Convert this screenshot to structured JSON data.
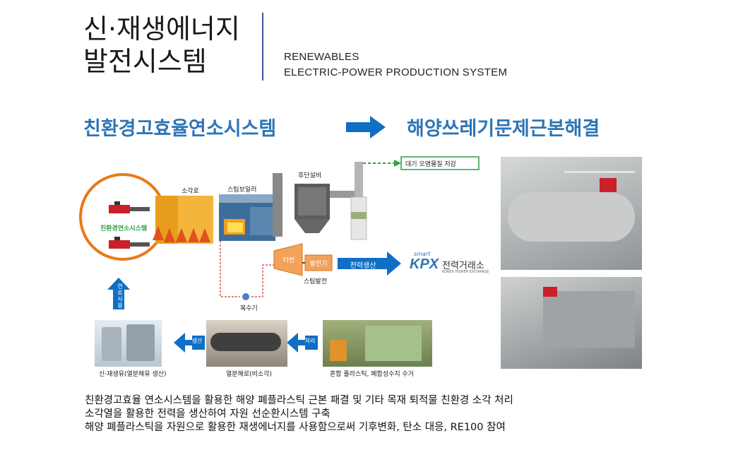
{
  "title": {
    "line1": "신·재생에너지",
    "line2": "발전시스템"
  },
  "subtitle_en": {
    "line1": "RENEWABLES",
    "line2": "ELECTRIC-POWER PRODUCTION SYSTEM"
  },
  "headline": {
    "left": "친환경고효율연소시스템",
    "right": "해양쓰레기문제근본해결"
  },
  "diagram": {
    "burner_label": "친환경연소시스템",
    "incinerator_label": "소각로",
    "boiler_label": "스팀보일러",
    "post_label": "후단설비",
    "emission_label": "대기 오염물질 저감",
    "turbine_label": "터빈",
    "generator_label": "발전기",
    "steam_gen_label": "스팀발전",
    "power_prod_label": "전력생산",
    "pump_label": "복수기",
    "fuel_use_label": "연료사용",
    "kpx_small": "smart",
    "kpx_logo": "KPX",
    "kpx_name": "전력거래소",
    "kpx_en": "KOREA POWER EXCHANGE",
    "produce_label": "생산",
    "process_label": "처리",
    "tank_caption": "신·재생유(열분해유 생산)",
    "pyrolysis_caption": "열분해로(비소각)",
    "plastic_caption": "혼합 플라스틱, 폐합성수지 수거"
  },
  "description": [
    "친환경고효율 연소시스템을 활용한 해양 폐플라스틱 근본 패결 및 기타 목재 퇴적물 친환경 소각 처리",
    "소각열을 활용한 전력을 생산하여 자원 선순환시스템 구축",
    "해양 폐플라스틱을 자원으로 활용한 재생에너지를 사용함으로써 기후변화, 탄소 대응, RE100 참여"
  ],
  "colors": {
    "accent": "#2e75b6",
    "arrow": "#0f6fc6",
    "orange": "#e97a17",
    "green": "#2ea043"
  }
}
